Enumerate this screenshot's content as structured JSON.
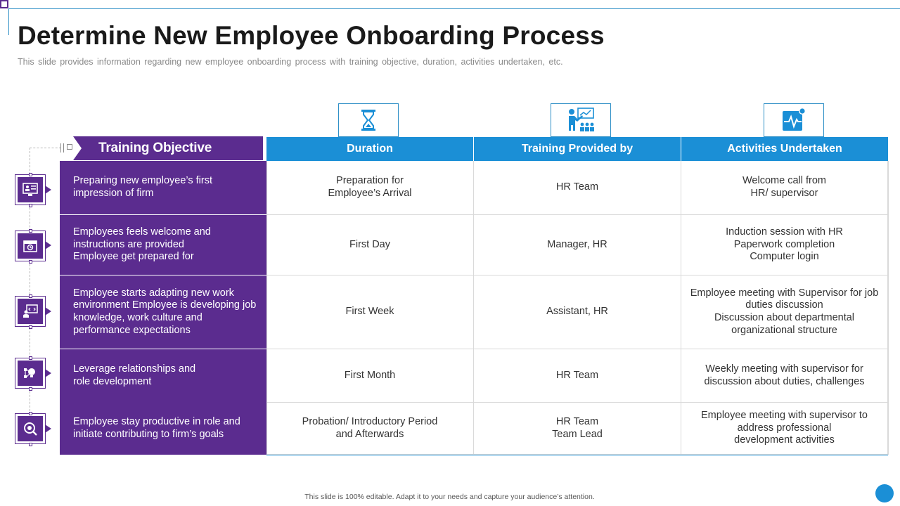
{
  "header": {
    "title": "Determine New Employee Onboarding Process",
    "subtitle": "This slide provides information regarding new employee onboarding process with training objective, duration, activities undertaken, etc."
  },
  "table": {
    "objective_header": "Training Objective",
    "columns": [
      "Duration",
      "Training Provided by",
      "Activities Undertaken"
    ],
    "column_icons": [
      "hourglass-icon",
      "presenter-training-icon",
      "activity-monitor-icon"
    ],
    "rows": [
      {
        "icon": "computer-profile-icon",
        "objective": "Preparing new employee’s first\nimpression of firm",
        "duration": "Preparation for\nEmployee’s Arrival",
        "provided_by": "HR Team",
        "activities": "Welcome call from\nHR/ supervisor"
      },
      {
        "icon": "calendar-icon",
        "objective": "Employees feels welcome and\ninstructions are provided\nEmployee get prepared for",
        "duration": "First Day",
        "provided_by": "Manager,  HR",
        "activities": "Induction session with HR\nPaperwork completion\nComputer login"
      },
      {
        "icon": "code-work-icon",
        "objective": "Employee starts adapting new work\nenvironment Employee is developing job\nknowledge, work culture and\nperformance expectations",
        "duration": "First Week",
        "provided_by": "Assistant, HR",
        "activities": "Employee meeting with Supervisor for job\nduties discussion\nDiscussion about departmental\norganizational structure"
      },
      {
        "icon": "idea-network-icon",
        "objective": "Leverage relationships and\nrole development",
        "duration": "First Month",
        "provided_by": "HR Team",
        "activities": "Weekly meeting with supervisor for\ndiscussion about duties, challenges"
      },
      {
        "icon": "target-search-icon",
        "objective": "Employee stay productive in role and\ninitiate contributing to firm’s goals",
        "duration": "Probation/ Introductory Period\nand Afterwards",
        "provided_by": "HR Team\nTeam Lead",
        "activities": "Employee meeting with supervisor to\naddress professional\ndevelopment activities"
      }
    ]
  },
  "footer": {
    "note": "This slide is 100% editable. Adapt it to your needs and capture your audience’s attention."
  },
  "colors": {
    "purple": "#5b2c8f",
    "blue": "#1b8fd6",
    "title": "#1a1a1a"
  }
}
